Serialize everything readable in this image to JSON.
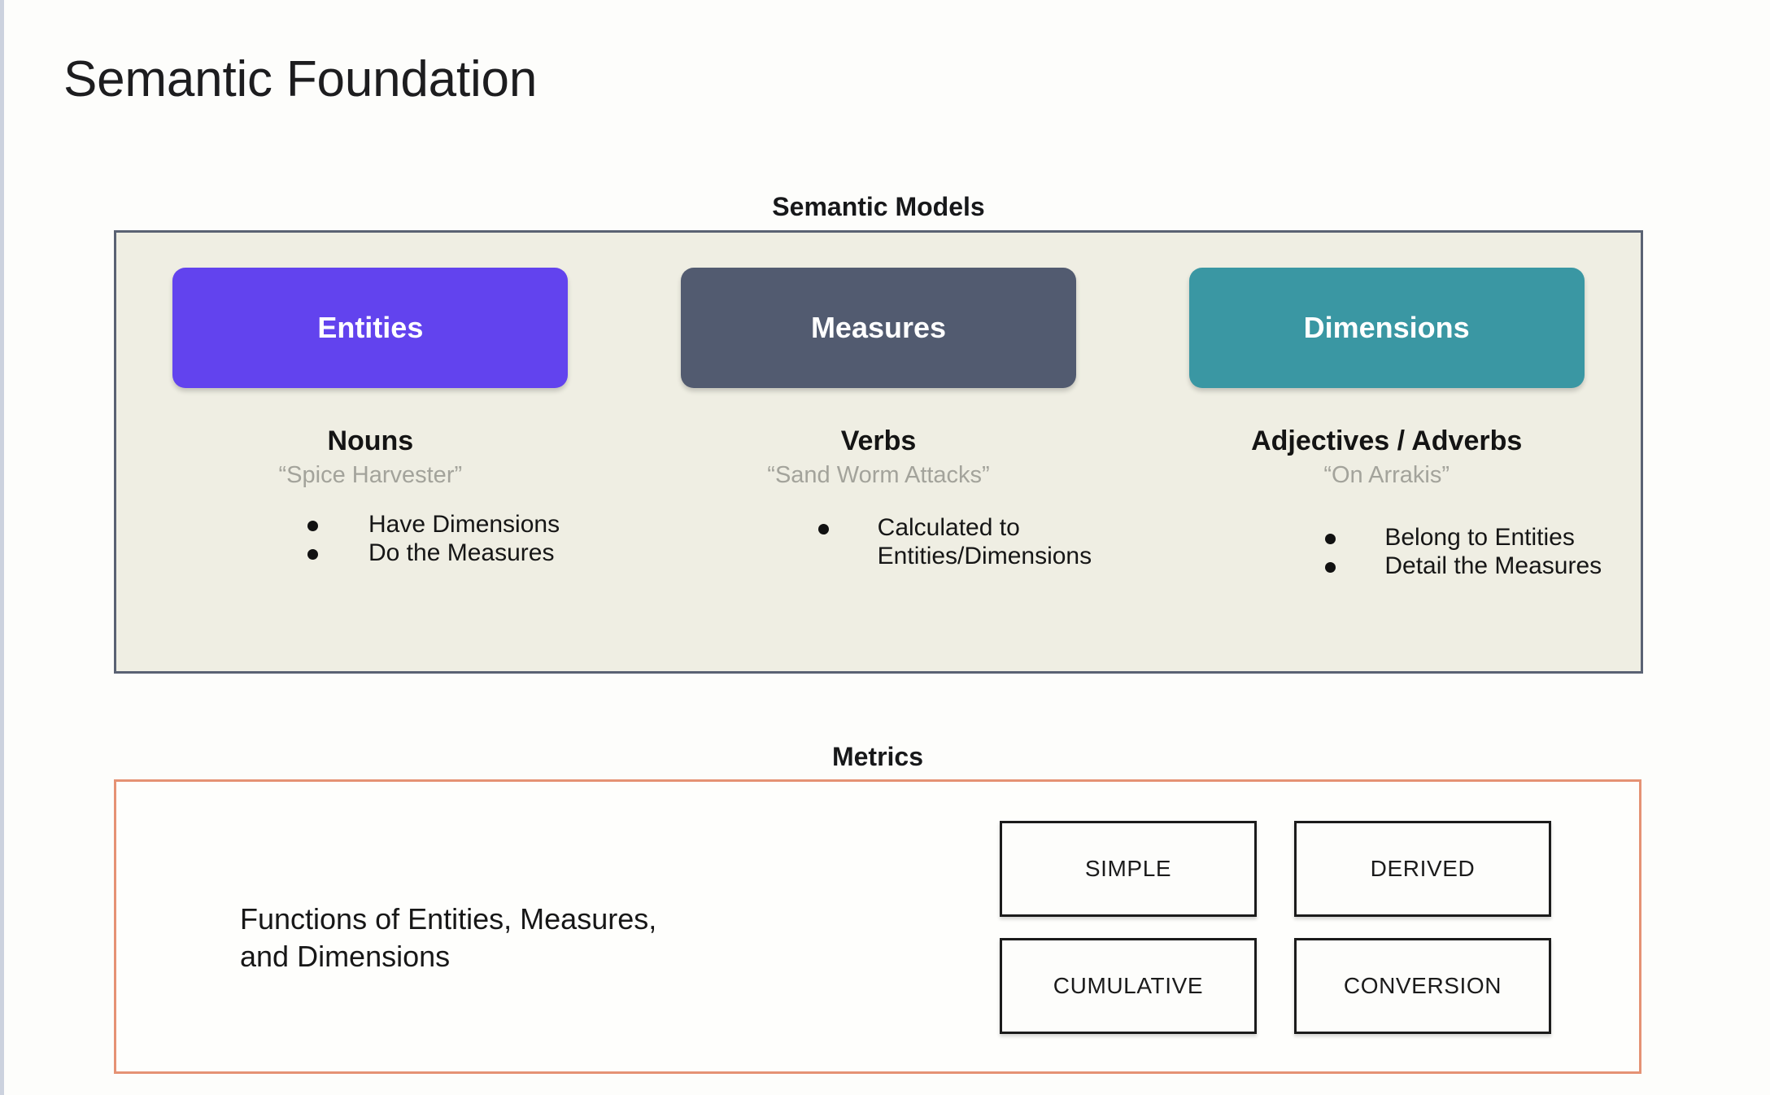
{
  "page_title": "Semantic Foundation",
  "colors": {
    "entities": "#6243ee",
    "measures": "#525b70",
    "dimensions": "#3a97a3",
    "models_panel_bg": "#efeee3",
    "models_panel_border": "#5a6273",
    "metrics_panel_border": "#e59274",
    "example_text": "#a3a39b"
  },
  "semantic_models": {
    "caption": "Semantic Models",
    "columns": [
      {
        "chip_label": "Entities",
        "part_of_speech": "Nouns",
        "example": "“Spice Harvester”",
        "bullets": [
          "Have Dimensions",
          "Do the Measures"
        ]
      },
      {
        "chip_label": "Measures",
        "part_of_speech": "Verbs",
        "example": "“Sand Worm Attacks”",
        "bullets": [
          "Calculated to Entities/Dimensions"
        ]
      },
      {
        "chip_label": "Dimensions",
        "part_of_speech": "Adjectives / Adverbs",
        "example": "“On Arrakis”",
        "bullets": [
          "Belong to Entities",
          "Detail the Measures"
        ]
      }
    ]
  },
  "metrics": {
    "caption": "Metrics",
    "description_line1": "Functions of Entities, Measures,",
    "description_line2": "and Dimensions",
    "types": [
      "SIMPLE",
      "DERIVED",
      "CUMULATIVE",
      "CONVERSION"
    ]
  }
}
